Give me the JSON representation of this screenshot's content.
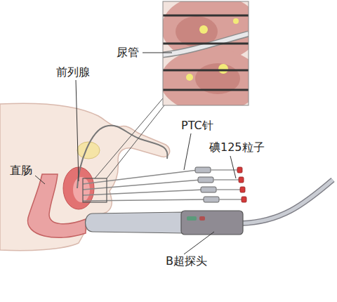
{
  "diagram": {
    "labels": [
      "尿管",
      "前列腺",
      "PTC针",
      "碘125粒子",
      "直肠",
      "B超探头"
    ]
  }
}
